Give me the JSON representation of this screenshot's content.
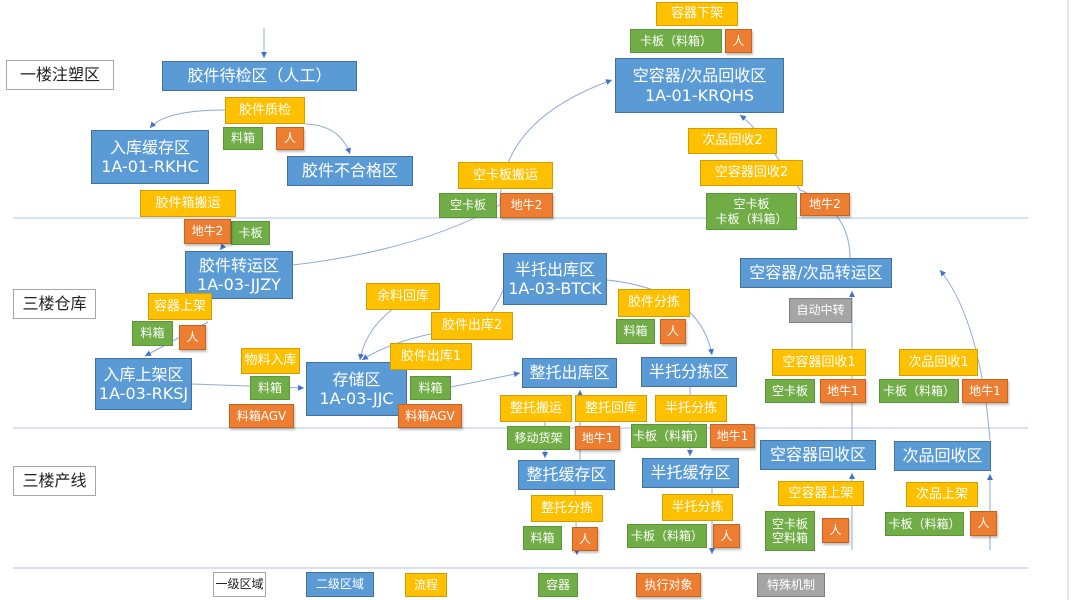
{
  "floors": {
    "f1": "一楼注塑区",
    "w3": "三楼仓库",
    "p3": "三楼产线"
  },
  "zones": {
    "inspect": "胶件待检区（人工）",
    "rkhc": "入库缓存区\n1A-01-RKHC",
    "reject": "胶件不合格区",
    "krqhs": "空容器/次品回收区\n1A-01-KRQHS",
    "jjzy": "胶件转运区\n1A-03-JJZY",
    "rksj": "入库上架区\n1A-03-RKSJ",
    "jjc": "存储区\n1A-03-JJC",
    "btck": "半托出库区\n1A-03-BTCK",
    "ztck": "整托出库区",
    "btfj": "半托分拣区",
    "zthc": "整托缓存区",
    "bthc": "半托缓存区",
    "transfer": "空容器/次品转运区",
    "emptyRecycle": "空容器回收区",
    "defectRecycle": "次品回收区"
  },
  "processes": {
    "unload": "容器下架",
    "qc": "胶件质检",
    "boxMove": "胶件箱搬运",
    "palletMove": "空卡板搬运",
    "defect2": "次品回收2",
    "empty2": "空容器回收2",
    "shelve": "容器上架",
    "matIn": "物料入库",
    "remainder": "余料回库",
    "out2": "胶件出库2",
    "out1": "胶件出库1",
    "sort": "胶件分拣",
    "fullMove": "整托搬运",
    "fullReturn": "整托回库",
    "halfSort1": "半托分拣",
    "fullSort": "整托分拣",
    "halfSort2": "半托分拣",
    "empty1": "空容器回收1",
    "defect1": "次品回收1",
    "emptyShelve": "空容器上架",
    "defectShelve": "次品上架"
  },
  "containers": {
    "c1": "卡板（料箱）",
    "c2": "料箱",
    "c3": "空卡板",
    "c4": "空卡板\n卡板（料箱）",
    "c5": "卡板",
    "c6": "料箱",
    "c7": "料箱",
    "c8": "料箱",
    "c9": "料箱",
    "c10": "移动货架",
    "c11": "卡板（料箱）",
    "c12": "料箱",
    "c13": "卡板（料箱）",
    "c14": "空卡板",
    "c15": "卡板（料箱）",
    "c16": "空卡板\n空料箱",
    "c17": "卡板（料箱）"
  },
  "executors": {
    "e1": "人",
    "e2": "人",
    "e3": "地牛2",
    "e4": "地牛2",
    "e5": "地牛2",
    "e6": "人",
    "e7": "料箱AGV",
    "e8": "料箱AGV",
    "e9": "人",
    "e10": "地牛1",
    "e11": "地牛1",
    "e12": "人",
    "e13": "人",
    "e14": "地牛1",
    "e15": "地牛1",
    "e16": "人",
    "e17": "人"
  },
  "special": {
    "auto": "自动中转"
  },
  "legend": {
    "l1": "一级区域",
    "l2": "二级区域",
    "l3": "流程",
    "l4": "容器",
    "l5": "执行对象",
    "l6": "特殊机制"
  },
  "colors": {
    "zone": "#5b9bd5",
    "process": "#ffc000",
    "container": "#70ad47",
    "executor": "#ed7d31",
    "special": "#a5a5a5"
  }
}
